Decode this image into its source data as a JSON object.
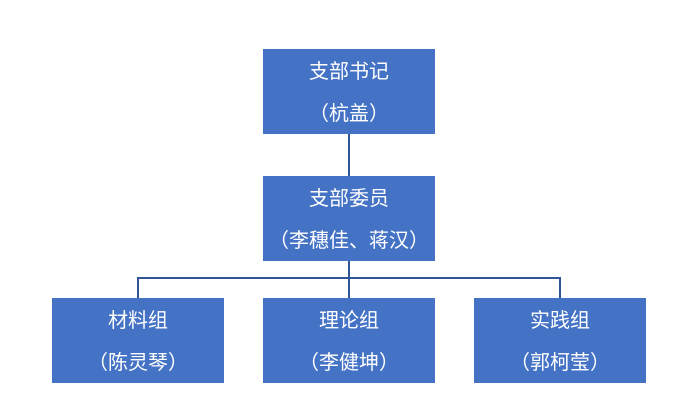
{
  "org_chart": {
    "secretary": {
      "title": "支部书记",
      "member": "（杭盖）"
    },
    "committee": {
      "title": "支部委员",
      "member": "（李穗佳、蒋汉）"
    },
    "groups": [
      {
        "title": "材料组",
        "member": "（陈灵琴）"
      },
      {
        "title": "理论组",
        "member": "（李健坤）"
      },
      {
        "title": "实践组",
        "member": "（郭柯莹）"
      }
    ]
  },
  "colors": {
    "box_fill": "#4472c4",
    "connector": "#2f5597",
    "text": "#ffffff"
  }
}
